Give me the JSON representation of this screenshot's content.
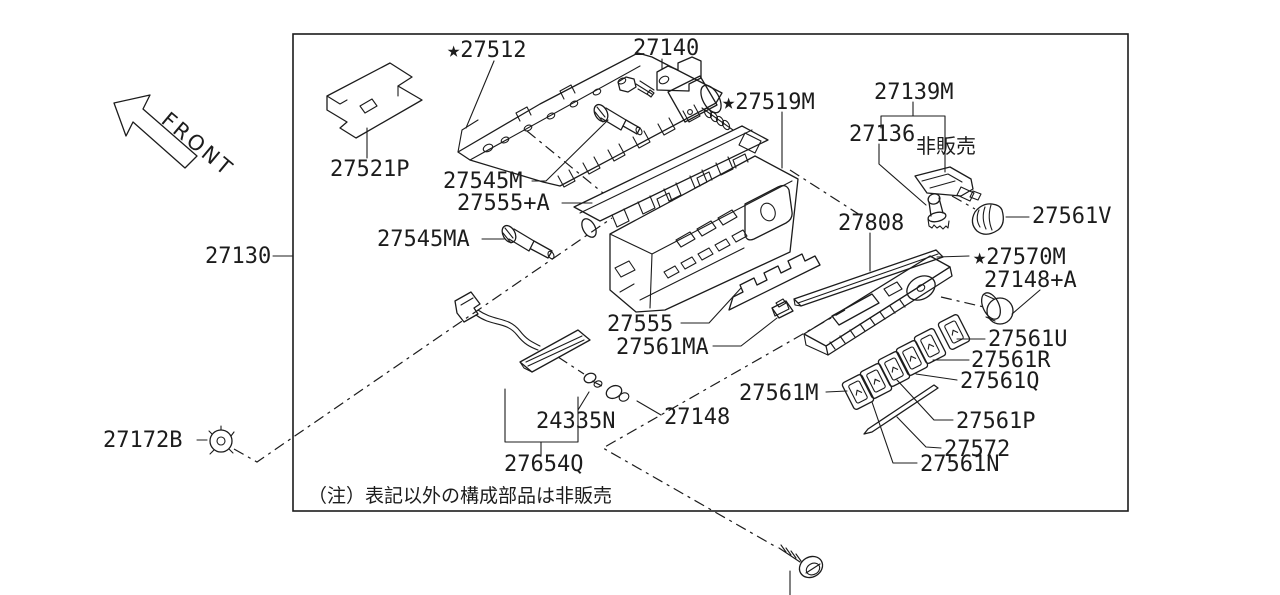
{
  "diagram": {
    "front_arrow_label": "FRONT",
    "frame_note": "（注）表記以外の構成部品は非販売",
    "not_for_sale_label": "非販売",
    "colors": {
      "line": "#1c1c1c",
      "background": "#ffffff"
    }
  },
  "part_labels": {
    "p27130": "27130",
    "p27172B": "27172B",
    "p27512": "★27512",
    "p27140": "27140",
    "p27521P": "27521P",
    "p27545M": "27545M",
    "p27555A": "27555+A",
    "p27545MA": "27545MA",
    "p27519M": "★27519M",
    "p27139M": "27139M",
    "p27136": "27136",
    "p27808": "27808",
    "p27561V": "27561V",
    "p27570M": "★27570M",
    "p27148A": "27148+A",
    "p27561U": "27561U",
    "p27561R": "27561R",
    "p27561Q": "27561Q",
    "p27555": "27555",
    "p27561MA": "27561MA",
    "p27561M": "27561M",
    "p27148": "27148",
    "p24335N": "24335N",
    "p27654Q": "27654Q",
    "p27561P": "27561P",
    "p27572": "27572",
    "p27561N": "27561N"
  }
}
